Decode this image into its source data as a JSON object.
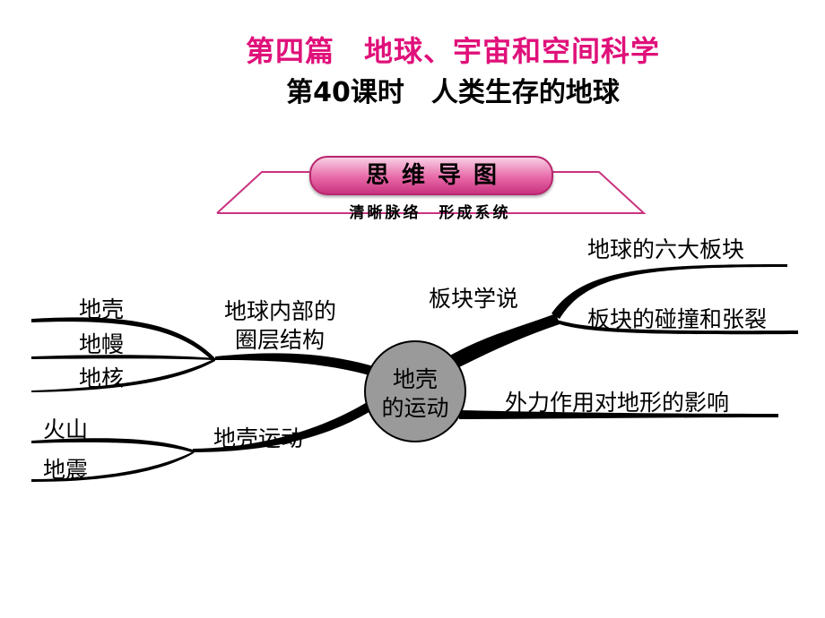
{
  "header": {
    "title": "第四篇　地球、宇宙和空间科学",
    "subtitle": "第40课时　人类生存的地球"
  },
  "banner": {
    "main": "思维导图",
    "sub": "清晰脉络　形成系统"
  },
  "mindmap": {
    "center": {
      "line1": "地壳",
      "line2": "的运动"
    },
    "branches": {
      "structure": {
        "line1": "地球内部的",
        "line2": "圈层结构",
        "leaves": [
          "地壳",
          "地幔",
          "地核"
        ]
      },
      "crust_motion": {
        "label": "地壳运动",
        "leaves": [
          "火山",
          "地震"
        ]
      },
      "plate_theory": {
        "label": "板块学说",
        "leaves": [
          "地球的六大板块",
          "板块的碰撞和张裂"
        ]
      },
      "external": {
        "label": "外力作用对地形的影响"
      }
    }
  },
  "colors": {
    "title": "#e0107a",
    "banner": "#e869a8",
    "banner_border": "#c9337f",
    "center_fill": "#9a9a9a",
    "branch": "#000000"
  }
}
